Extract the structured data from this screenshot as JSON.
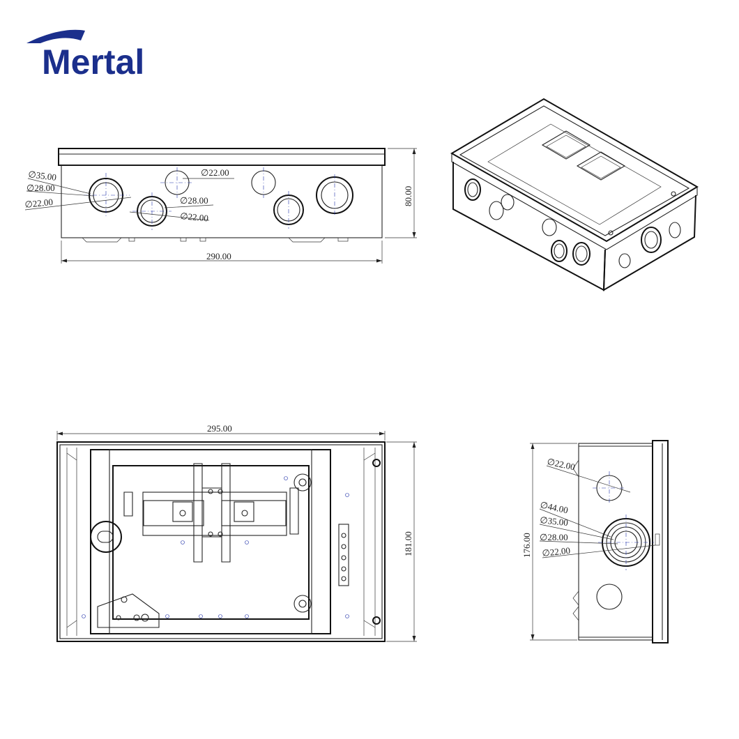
{
  "brand": {
    "name": "Mertal",
    "color": "#1b2f8c"
  },
  "front_view": {
    "width_dim": "290.00",
    "height_dim": "80.00",
    "hole_labels": [
      "∅35.00",
      "∅28.00",
      "∅22.00",
      "∅28.00",
      "∅22.00",
      "∅22.00"
    ]
  },
  "plan_view": {
    "width_dim": "295.00",
    "height_dim": "181.00"
  },
  "side_view": {
    "height_dim": "176.00",
    "hole_labels": [
      "∅22.00",
      "∅44.00",
      "∅35.00",
      "∅28.00",
      "∅22.00"
    ]
  },
  "colors": {
    "line": "#222222",
    "centerline": "#2233aa"
  }
}
